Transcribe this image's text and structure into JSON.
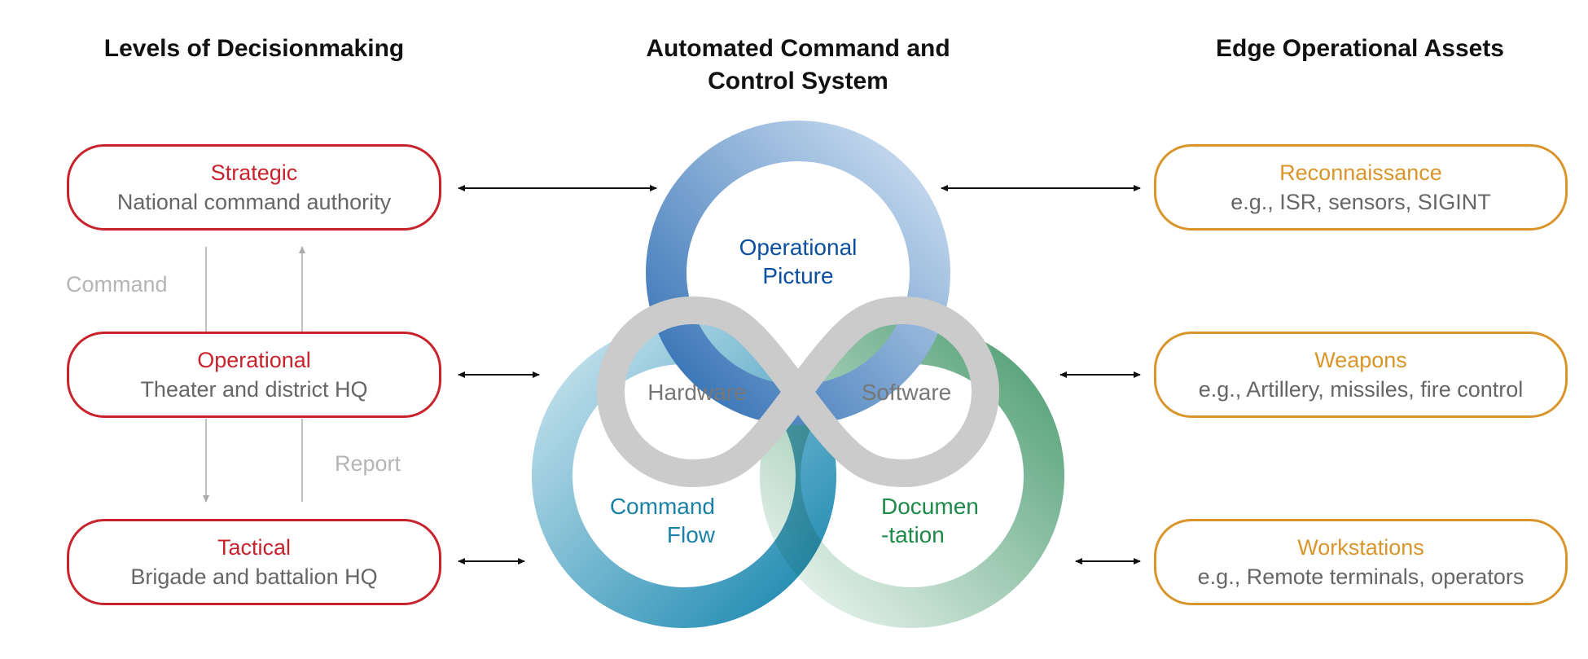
{
  "headings": {
    "left": "Levels of Decisionmaking",
    "center_line1": "Automated Command and",
    "center_line2": "Control System",
    "right": "Edge Operational Assets"
  },
  "levels": [
    {
      "title": "Strategic",
      "subtitle": "National command authority"
    },
    {
      "title": "Operational",
      "subtitle": "Theater and district HQ"
    },
    {
      "title": "Tactical",
      "subtitle": "Brigade and battalion HQ"
    }
  ],
  "flows": {
    "down": "Command",
    "up": "Report"
  },
  "system": {
    "top": [
      "Operational",
      "Picture"
    ],
    "left": [
      "Command",
      "Flow"
    ],
    "right": [
      "Documen",
      "-tation"
    ],
    "hardware": "Hardware",
    "software": "Software"
  },
  "assets": [
    {
      "title": "Reconnaissance",
      "subtitle": "e.g., ISR, sensors, SIGINT"
    },
    {
      "title": "Weapons",
      "subtitle": "e.g., Artillery, missiles, fire control"
    },
    {
      "title": "Workstations",
      "subtitle": "e.g., Remote terminals, operators"
    }
  ],
  "colors": {
    "levels": "#c8232c",
    "assets": "#d9952a",
    "operational_picture": "#0a4fa0",
    "command_flow": "#1a82a8",
    "documentation": "#1e8a4a",
    "infinity": "#cbcbcb"
  }
}
